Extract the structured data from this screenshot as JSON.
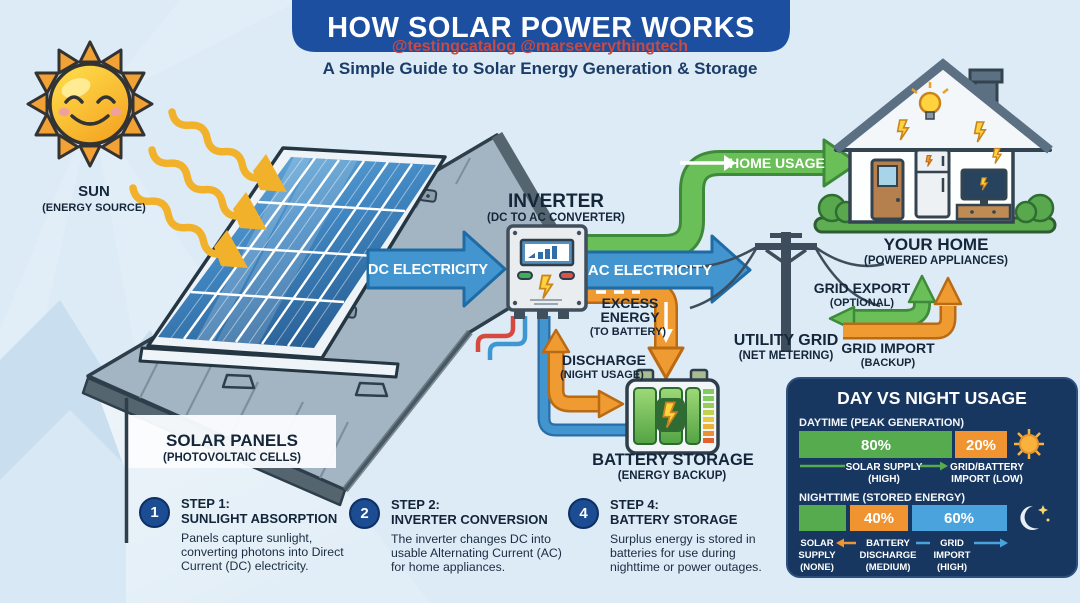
{
  "header": {
    "title": "HOW SOLAR POWER WORKS",
    "handles": "@testingcatalog @marseverythingtech",
    "subtitle": "A Simple Guide to Solar Energy Generation & Storage"
  },
  "sun": {
    "label": "SUN",
    "sublabel": "(ENERGY SOURCE)"
  },
  "solar_panels": {
    "label": "SOLAR PANELS",
    "sublabel": "(PHOTOVOLTAIC CELLS)"
  },
  "inverter": {
    "label": "INVERTER",
    "sublabel": "(DC TO AC CONVERTER)"
  },
  "battery": {
    "label": "BATTERY STORAGE",
    "sublabel": "(ENERGY BACKUP)"
  },
  "home": {
    "label": "YOUR HOME",
    "sublabel": "(POWERED APPLIANCES)"
  },
  "grid": {
    "label": "UTILITY GRID",
    "sublabel": "(NET METERING)"
  },
  "flows": {
    "dc": "DC ELECTRICITY",
    "ac": "AC ELECTRICITY",
    "home_usage": "HOME USAGE",
    "excess1": "EXCESS",
    "excess2": "ENERGY",
    "excess3": "(TO BATTERY)",
    "discharge": "DISCHARGE",
    "discharge_sub": "(NIGHT USAGE)",
    "grid_export": "GRID EXPORT",
    "grid_export_sub": "(OPTIONAL)",
    "grid_import": "GRID IMPORT",
    "grid_import_sub": "(BACKUP)"
  },
  "steps": [
    {
      "number": "1",
      "title": "STEP 1:",
      "subtitle": "SUNLIGHT ABSORPTION",
      "body": "Panels capture sunlight, converting photons into Direct Current (DC) electricity."
    },
    {
      "number": "2",
      "title": "STEP 2:",
      "subtitle": "INVERTER CONVERSION",
      "body": "The inverter changes DC into usable Alternating Current (AC) for home appliances."
    },
    {
      "number": "4",
      "title": "STEP 4:",
      "subtitle": "BATTERY STORAGE",
      "body": "Surplus energy is stored in batteries for use during nighttime or power outages."
    }
  ],
  "usage_panel": {
    "title": "DAY VS NIGHT USAGE",
    "day_label": "DAYTIME (PEAK GENERATION)",
    "day_seg1": "80%",
    "day_seg2": "20%",
    "day_left1": "SOLAR SUPPLY",
    "day_left2": "(HIGH)",
    "day_right1": "GRID/BATTERY",
    "day_right2": "IMPORT (LOW)",
    "night_label": "NIGHTTIME (STORED ENERGY)",
    "night_seg2": "40%",
    "night_seg3": "60%",
    "col1a": "SOLAR",
    "col1b": "SUPPLY",
    "col1c": "(NONE)",
    "col2a": "BATTERY",
    "col2b": "DISCHARGE",
    "col2c": "(MEDIUM)",
    "col3a": "GRID",
    "col3b": "IMPORT",
    "col3c": "(HIGH)",
    "data": {
      "day": [
        {
          "name": "Solar Supply",
          "pct": 80
        },
        {
          "name": "Grid/Battery Import",
          "pct": 20
        }
      ],
      "night": [
        {
          "name": "Solar Supply",
          "pct": 0
        },
        {
          "name": "Battery Discharge",
          "pct": 40
        },
        {
          "name": "Grid Import",
          "pct": 60
        }
      ]
    }
  },
  "colors": {
    "banner": "#1d4fa0",
    "accent_red": "#c94a42",
    "navy_text": "#15263a",
    "blue_arrow": "#4295cf",
    "green_arrow": "#6abf58",
    "orange_arrow": "#f09a32",
    "panel_blue": "#3c7fb5",
    "roof_gray": "#a3b4c2",
    "night_panel": "#173760",
    "bar_green": "#56ab4f",
    "bar_orange": "#ef9430",
    "bar_blue": "#4ba3dd"
  }
}
